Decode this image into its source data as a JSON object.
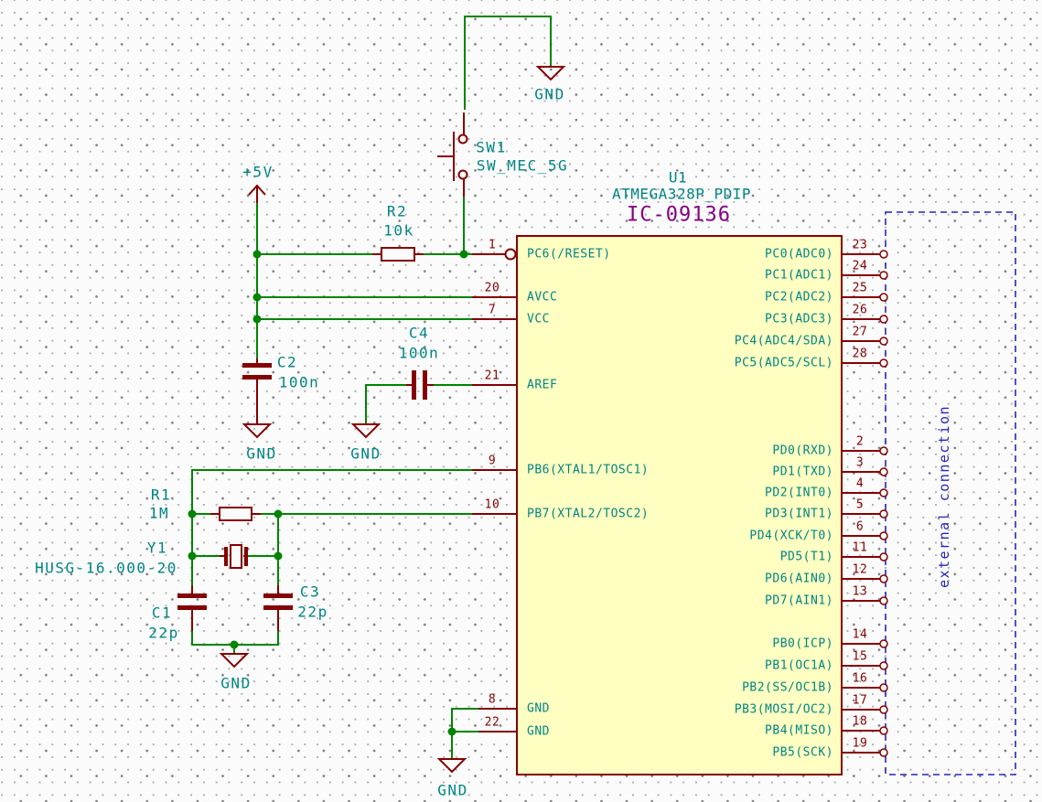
{
  "ic": {
    "ref": "U1",
    "value": "ATMEGA328P_PDIP",
    "part_id": "IC-09136",
    "left_pins": [
      {
        "num": "1",
        "name": "PC6(/RESET)",
        "inverted": true
      },
      {
        "num": "20",
        "name": "AVCC"
      },
      {
        "num": "7",
        "name": "VCC"
      },
      {
        "num": "21",
        "name": "AREF"
      },
      {
        "num": "9",
        "name": "PB6(XTAL1/TOSC1)"
      },
      {
        "num": "10",
        "name": "PB7(XTAL2/TOSC2)"
      },
      {
        "num": "8",
        "name": "GND"
      },
      {
        "num": "22",
        "name": "GND"
      }
    ],
    "right_pins": [
      {
        "num": "23",
        "name": "PC0(ADC0)"
      },
      {
        "num": "24",
        "name": "PC1(ADC1)"
      },
      {
        "num": "25",
        "name": "PC2(ADC2)"
      },
      {
        "num": "26",
        "name": "PC3(ADC3)"
      },
      {
        "num": "27",
        "name": "PC4(ADC4/SDA)"
      },
      {
        "num": "28",
        "name": "PC5(ADC5/SCL)"
      },
      {
        "num": "2",
        "name": "PD0(RXD)"
      },
      {
        "num": "3",
        "name": "PD1(TXD)"
      },
      {
        "num": "4",
        "name": "PD2(INT0)"
      },
      {
        "num": "5",
        "name": "PD3(INT1)"
      },
      {
        "num": "6",
        "name": "PD4(XCK/T0)"
      },
      {
        "num": "11",
        "name": "PD5(T1)"
      },
      {
        "num": "12",
        "name": "PD6(AIN0)"
      },
      {
        "num": "13",
        "name": "PD7(AIN1)"
      },
      {
        "num": "14",
        "name": "PB0(ICP)"
      },
      {
        "num": "15",
        "name": "PB1(OC1A)"
      },
      {
        "num": "16",
        "name": "PB2(SS/OC1B)"
      },
      {
        "num": "17",
        "name": "PB3(MOSI/OC2)"
      },
      {
        "num": "18",
        "name": "PB4(MISO)"
      },
      {
        "num": "19",
        "name": "PB5(SCK)"
      }
    ]
  },
  "components": {
    "r1": {
      "ref": "R1",
      "value": "1M"
    },
    "r2": {
      "ref": "R2",
      "value": "10k"
    },
    "c1": {
      "ref": "C1",
      "value": "22p"
    },
    "c2": {
      "ref": "C2",
      "value": "100n"
    },
    "c3": {
      "ref": "C3",
      "value": "22p"
    },
    "c4": {
      "ref": "C4",
      "value": "100n"
    },
    "y1": {
      "ref": "Y1",
      "value": "HUSG-16.000-20"
    },
    "sw1": {
      "ref": "SW1",
      "value": "SW_MEC_5G"
    }
  },
  "power": {
    "vcc_label": "+5V",
    "gnd_labels": [
      "GND",
      "GND",
      "GND",
      "GND",
      "GND"
    ]
  },
  "annotations": {
    "external_connection": "external connection"
  },
  "colors": {
    "wire": "#008400",
    "component": "#840000",
    "label_text": "#008484",
    "part_id_text": "#840084",
    "note_blue": "#2525bb",
    "ic_fill": "#ffffc2",
    "background": "#fbfbfb"
  }
}
